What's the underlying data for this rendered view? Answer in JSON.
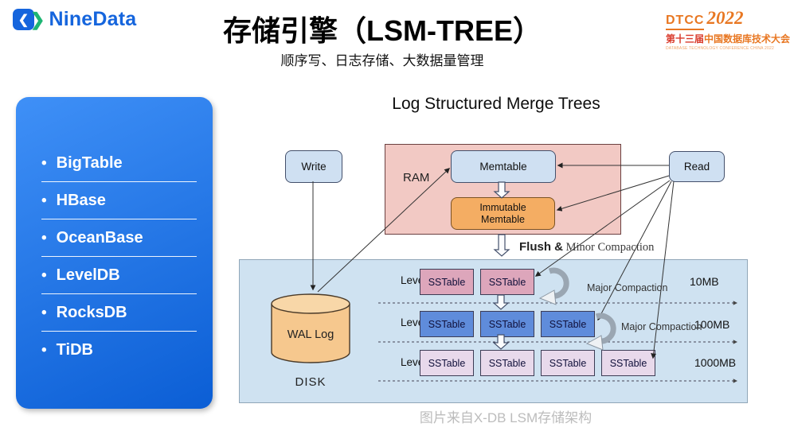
{
  "header": {
    "brand": "NineData",
    "title": "存储引擎（LSM-TREE）",
    "subtitle": "顺序写、日志存储、大数据量管理",
    "dtcc": {
      "name": "DTCC",
      "year": "2022",
      "edition": "第十三届",
      "event": "中国数据库技术大会",
      "event_en": "DATABASE TECHNOLOGY CONFERENCE CHINA 2022"
    }
  },
  "sidebar": {
    "items": [
      {
        "label": "BigTable"
      },
      {
        "label": "HBase"
      },
      {
        "label": "OceanBase"
      },
      {
        "label": "LevelDB"
      },
      {
        "label": "RocksDB"
      },
      {
        "label": "TiDB"
      }
    ]
  },
  "diagram": {
    "title": "Log Structured Merge Trees",
    "write_label": "Write",
    "read_label": "Read",
    "ram_label": "RAM",
    "memtable_label": "Memtable",
    "immutable_label": "Immutable Memtable",
    "flush_bold": "Flush &",
    "flush_rest": " Minor Compaction",
    "wal_label": "WAL Log",
    "disk_label": "DISK",
    "levels": [
      {
        "label": "Level 0",
        "sstables": [
          "SSTable",
          "SSTable"
        ],
        "size": "10MB",
        "compaction": "Major Compaction"
      },
      {
        "label": "Level 1",
        "sstables": [
          "SSTable",
          "SSTable",
          "SSTable"
        ],
        "size": "100MB",
        "compaction": "Major Compaction"
      },
      {
        "label": "Level N",
        "sstables": [
          "SSTable",
          "SSTable",
          "SSTable",
          "SSTable"
        ],
        "size": "1000MB",
        "compaction": null
      }
    ]
  },
  "caption": "图片来自X-DB LSM存储架构",
  "colors": {
    "brand_blue": "#1565dd",
    "brand_green": "#1db573",
    "dtcc_orange": "#e87722",
    "dtcc_red": "#d93a2b",
    "ram_pink": "#f2c9c4",
    "node_blue": "#cfe0f2",
    "immutable_orange": "#f4ad63",
    "disk_blue": "#cfe2f1",
    "wal_tan": "#f6c88e",
    "wal_tan_top": "#f8d7a8",
    "sstable_l0": "#dda6bb",
    "sstable_l1": "#5f8cdb",
    "sstable_ln": "#e8d9eb",
    "sidebar_top": "#3f90f7",
    "sidebar_bottom": "#0b5ed5"
  }
}
